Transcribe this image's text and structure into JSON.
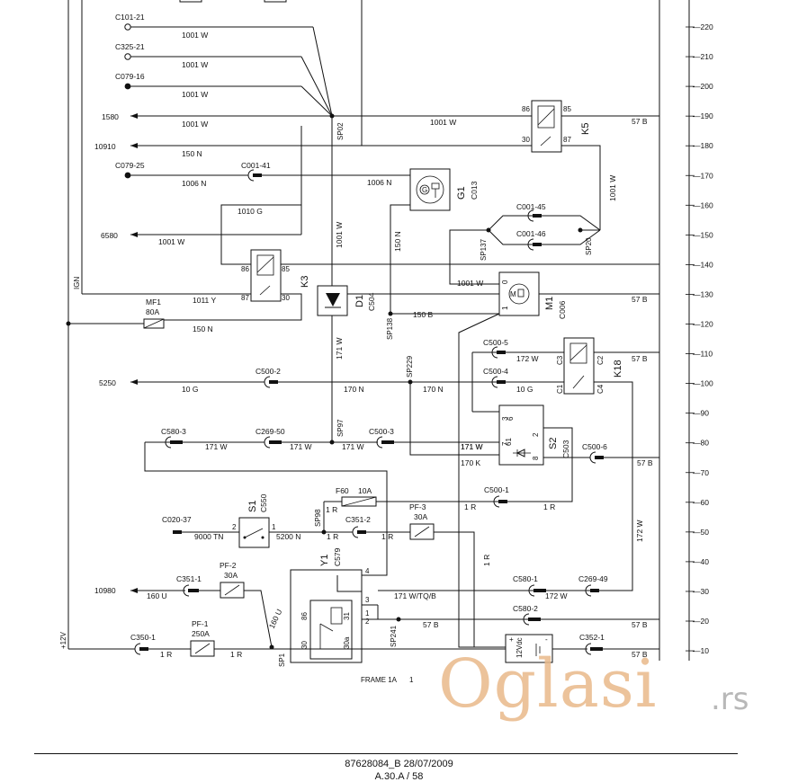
{
  "connectors_left": [
    "C101-21",
    "C325-21",
    "C079-16",
    "C079-25"
  ],
  "left_numbers": [
    "1580",
    "10910",
    "6580",
    "5250",
    "10980"
  ],
  "wires": {
    "w1001": "1001 W",
    "w1006": "1006 N",
    "w150n": "150 N",
    "w1010g": "1010 G",
    "w1011y": "1011 Y",
    "w10g": "10 G",
    "w170n": "170 N",
    "w171w": "171 W",
    "w172w": "172 W",
    "w57b": "57 B",
    "w150b": "150 B",
    "w170k": "170 K",
    "w9000": "9000 TN",
    "w5200": "5200 N",
    "w1r": "1 R",
    "w160u": "160 U",
    "w160u_v": "160 U",
    "w171wtq": "171 W/TQ/B"
  },
  "splices": [
    "SP02",
    "SP137",
    "SP20",
    "SP138",
    "SP229",
    "SP97",
    "SP98",
    "SP241",
    "SP1"
  ],
  "connectors": [
    "C001-41",
    "C001-45",
    "C001-46",
    "C500-5",
    "C500-4",
    "C500-2",
    "C580-3",
    "C269-50",
    "C500-3",
    "C500-6",
    "C500-1",
    "C351-2",
    "C351-1",
    "C580-1",
    "C269-49",
    "C580-2",
    "C350-1",
    "C352-1",
    "C020-37"
  ],
  "components": {
    "k5": {
      "name": "K5",
      "p86": "86",
      "p85": "85",
      "p30": "30",
      "p87": "87"
    },
    "k3": {
      "name": "K3",
      "p86": "86",
      "p85": "85",
      "p87": "87",
      "p30": "30"
    },
    "g1": {
      "name": "G1",
      "conn": "C013"
    },
    "d1": {
      "name": "D1",
      "conn": "C504"
    },
    "m1": {
      "name": "M1",
      "conn": "C006",
      "p0": "0",
      "p1": "1",
      "sym": "M"
    },
    "k18": {
      "name": "K18",
      "c3": "C3",
      "c2": "C2",
      "c1": "C1",
      "c4": "C4"
    },
    "s2": {
      "name": "S2",
      "conn": "C503",
      "p3": "3",
      "p6": "6",
      "p2": "2",
      "p7": "7",
      "p61": "61",
      "p8": "8"
    },
    "s1": {
      "name": "S1",
      "conn": "C550",
      "p2": "2",
      "p1": "1"
    },
    "y1": {
      "name": "Y1",
      "conn": "C579",
      "p86": "86",
      "p31": "31",
      "p30": "30",
      "p30a": "30a",
      "p4": "4",
      "p3": "3",
      "p1": "1",
      "p2": "2"
    },
    "mf1": {
      "name": "MF1",
      "rating": "80A"
    },
    "f60": {
      "name": "F60",
      "rating": "10A"
    },
    "pf3": {
      "name": "PF-3",
      "rating": "30A"
    },
    "pf2": {
      "name": "PF-2",
      "rating": "30A"
    },
    "pf1": {
      "name": "PF-1",
      "rating": "250A"
    },
    "battery": {
      "label": "12Vdc",
      "plus": "+",
      "minus": "-"
    }
  },
  "rails": {
    "ign": "IGN",
    "plus12": "+12V"
  },
  "grid_labels": [
    "220",
    "210",
    "200",
    "190",
    "180",
    "170",
    "160",
    "150",
    "140",
    "130",
    "120",
    "110",
    "100",
    "90",
    "80",
    "70",
    "60",
    "50",
    "40",
    "30",
    "20",
    "10"
  ],
  "frame": {
    "label": "FRAME 1A",
    "num": "1"
  },
  "footer": {
    "doc_id": "87628084_B 28/07/2009",
    "page": "A.30.A / 58"
  },
  "watermark": {
    "logo": "Oglasi",
    "tld": ".rs"
  },
  "colors": {
    "ink": "#111111",
    "watermark": "#e9b98a"
  }
}
